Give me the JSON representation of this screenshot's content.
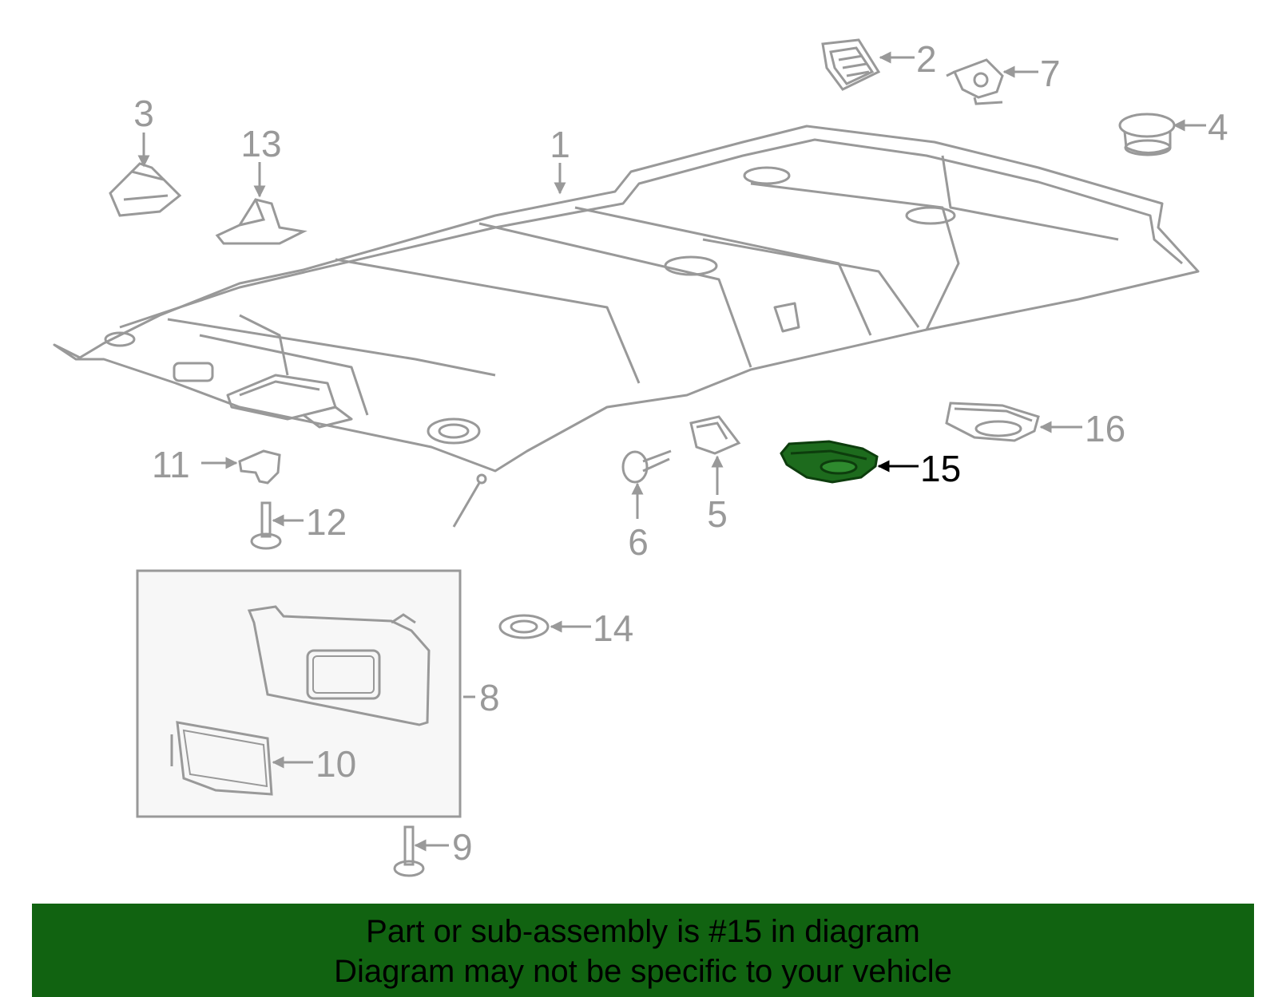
{
  "colors": {
    "line": "#999999",
    "highlight": "#1d6b1d",
    "banner": "#116311",
    "label_active": "#000000",
    "panel_fill": "#f7f7f7"
  },
  "callouts": {
    "1": "1",
    "2": "2",
    "3": "3",
    "4": "4",
    "5": "5",
    "6": "6",
    "7": "7",
    "8": "8",
    "9": "9",
    "10": "10",
    "11": "11",
    "12": "12",
    "13": "13",
    "14": "14",
    "15": "15",
    "16": "16"
  },
  "highlighted_part": "15",
  "banner": {
    "line1": "Part or sub-assembly is #15 in diagram",
    "line2": "Diagram may not be specific to your vehicle"
  }
}
